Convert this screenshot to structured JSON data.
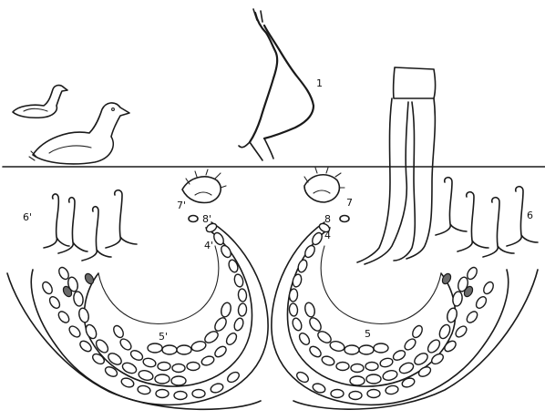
{
  "figure": {
    "labels": {
      "cercaria": "1",
      "miracidium_left": "7'",
      "egg_left": "8'",
      "sporocyst_left": "4'",
      "snail_left": "5'",
      "worms_left": "6'",
      "miracidium_right": "7",
      "egg_right": "8",
      "sporocyst_right": "4",
      "snail_right": "5",
      "worms_right": "6"
    }
  }
}
